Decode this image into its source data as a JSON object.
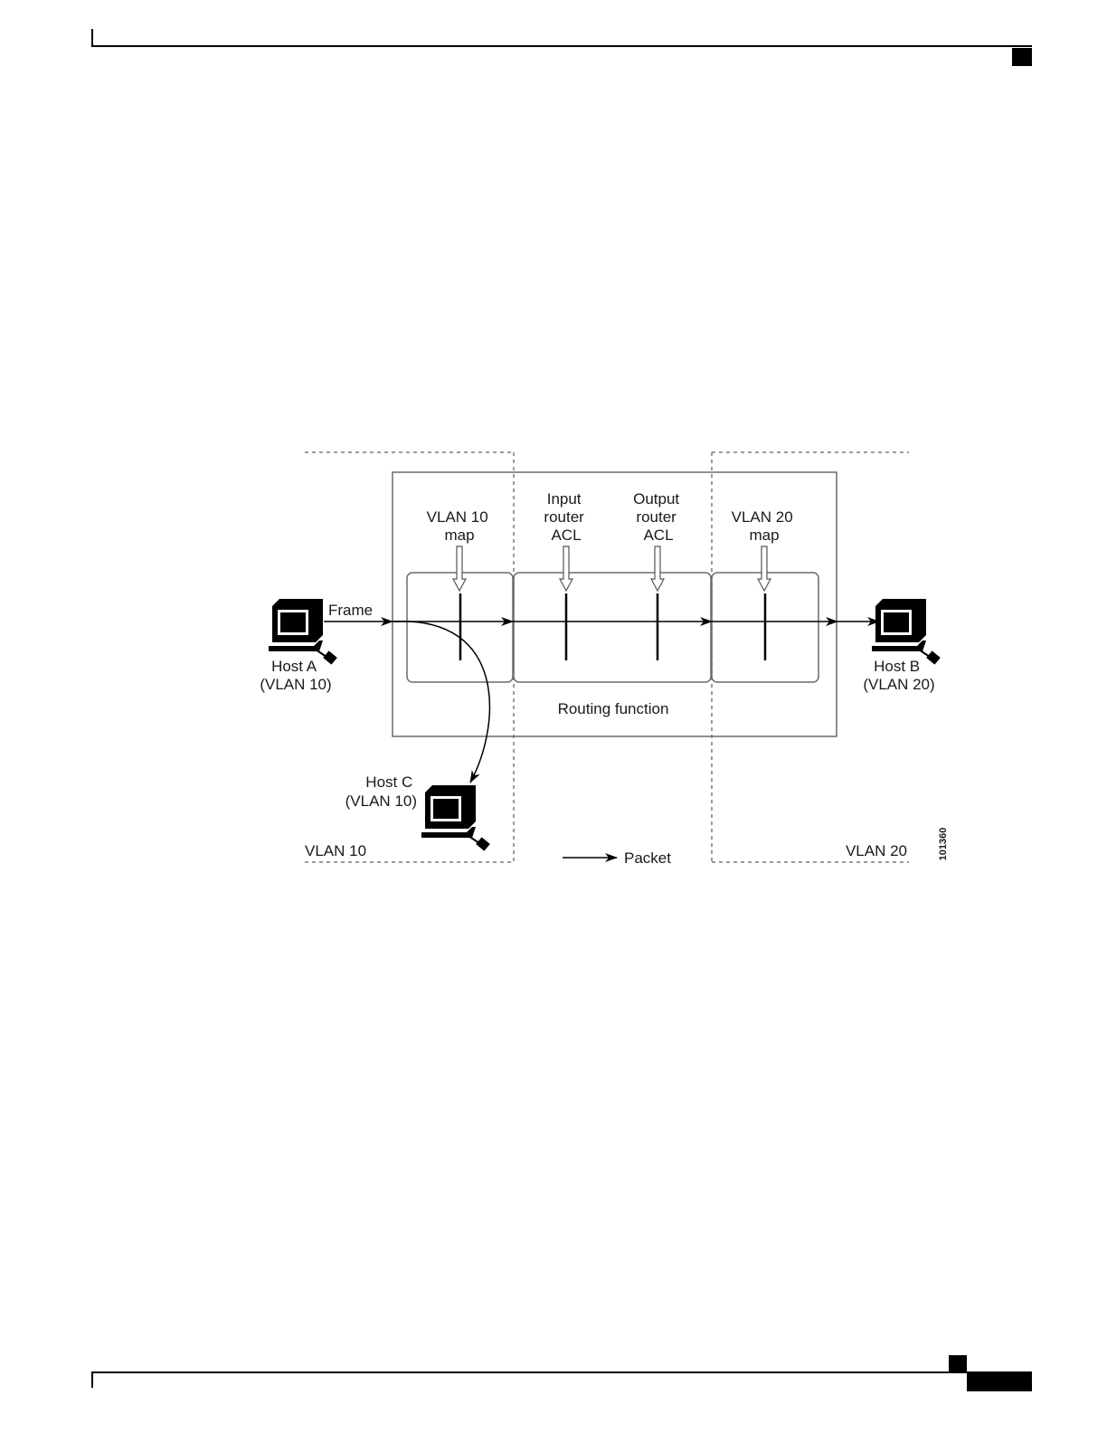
{
  "figure": {
    "labels": {
      "vlan10_map": [
        "VLAN 10",
        "map"
      ],
      "input_acl": [
        "Input",
        "router",
        "ACL"
      ],
      "output_acl": [
        "Output",
        "router",
        "ACL"
      ],
      "vlan20_map": [
        "VLAN 20",
        "map"
      ],
      "frame": "Frame",
      "routing_function": "Routing function",
      "packet": "Packet",
      "vlan10_region": "VLAN 10",
      "vlan20_region": "VLAN 20",
      "figure_id": "101360"
    },
    "hosts": {
      "a": [
        "Host A",
        "(VLAN 10)"
      ],
      "b": [
        "Host B",
        "(VLAN 20)"
      ],
      "c": [
        "Host C",
        "(VLAN 10)"
      ]
    }
  }
}
